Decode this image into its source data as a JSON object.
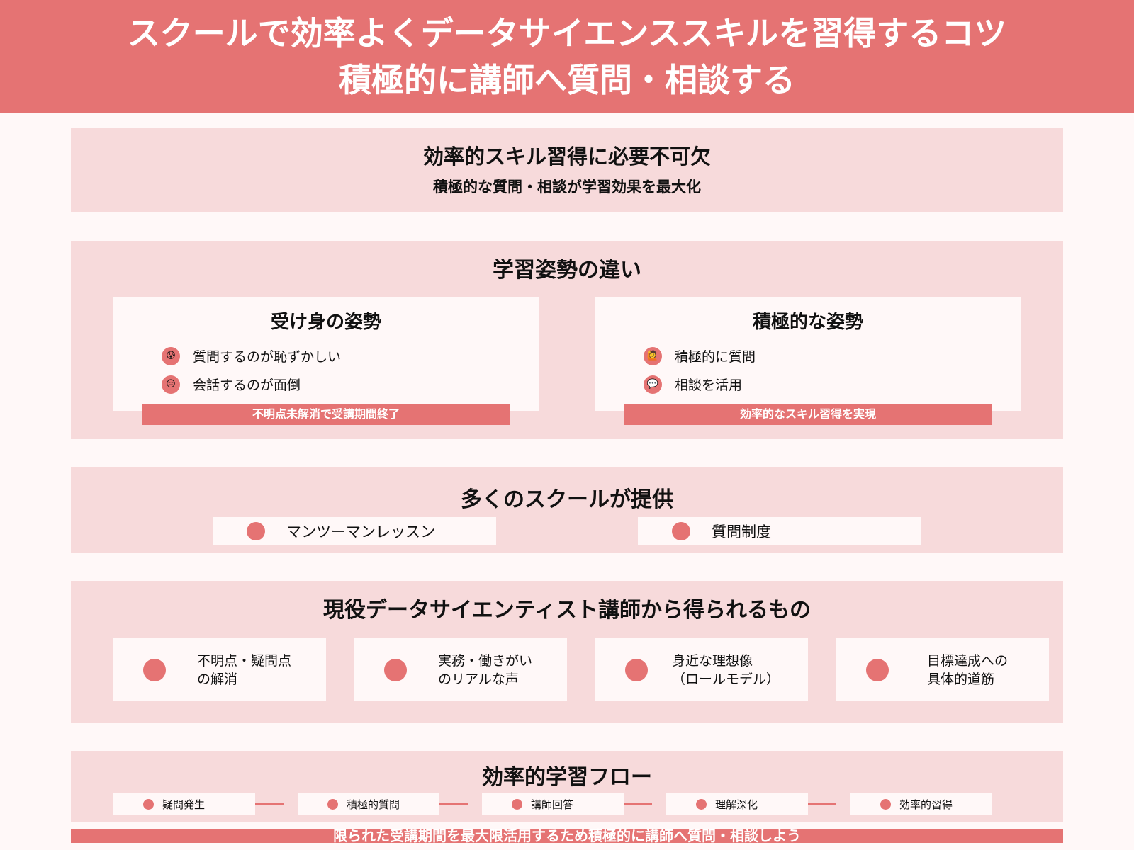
{
  "header": {
    "line1": "スクールで効率よくデータサイエンススキルを習得するコツ",
    "line2": "積極的に講師へ質問・相談する"
  },
  "intro": {
    "title": "効率的スキル習得に必要不可欠",
    "subtitle": "積極的な質問・相談が学習効果を最大化"
  },
  "attitude": {
    "title": "学習姿勢の違い",
    "passive": {
      "title": "受け身の姿勢",
      "items": [
        {
          "icon": "😰",
          "label": "質問するのが恥ずかしい"
        },
        {
          "icon": "😑",
          "label": "会話するのが面倒"
        }
      ],
      "result": "不明点未解消で受講期間終了"
    },
    "active": {
      "title": "積極的な姿勢",
      "items": [
        {
          "icon": "🙋",
          "label": "積極的に質問"
        },
        {
          "icon": "💬",
          "label": "相談を活用"
        }
      ],
      "result": "効率的なスキル習得を実現"
    }
  },
  "offer": {
    "title": "多くのスクールが提供",
    "items": [
      "マンツーマンレッスン",
      "質問制度"
    ]
  },
  "benefits": {
    "title": "現役データサイエンティスト講師から得られるもの",
    "items": [
      "不明点・疑問点\nの解消",
      "実務・働きがい\nのリアルな声",
      "身近な理想像\n（ロールモデル）",
      "目標達成への\n具体的道筋"
    ]
  },
  "flow": {
    "title": "効率的学習フロー",
    "steps": [
      "疑問発生",
      "積極的質問",
      "講師回答",
      "理解深化",
      "効率的習得"
    ]
  },
  "footer": {
    "text": "限られた受講期間を最大限活用するため積極的に講師へ質問・相談しよう"
  },
  "colors": {
    "accent": "#e57373",
    "panel": "#f7dadb",
    "bg": "#fff8f8"
  }
}
